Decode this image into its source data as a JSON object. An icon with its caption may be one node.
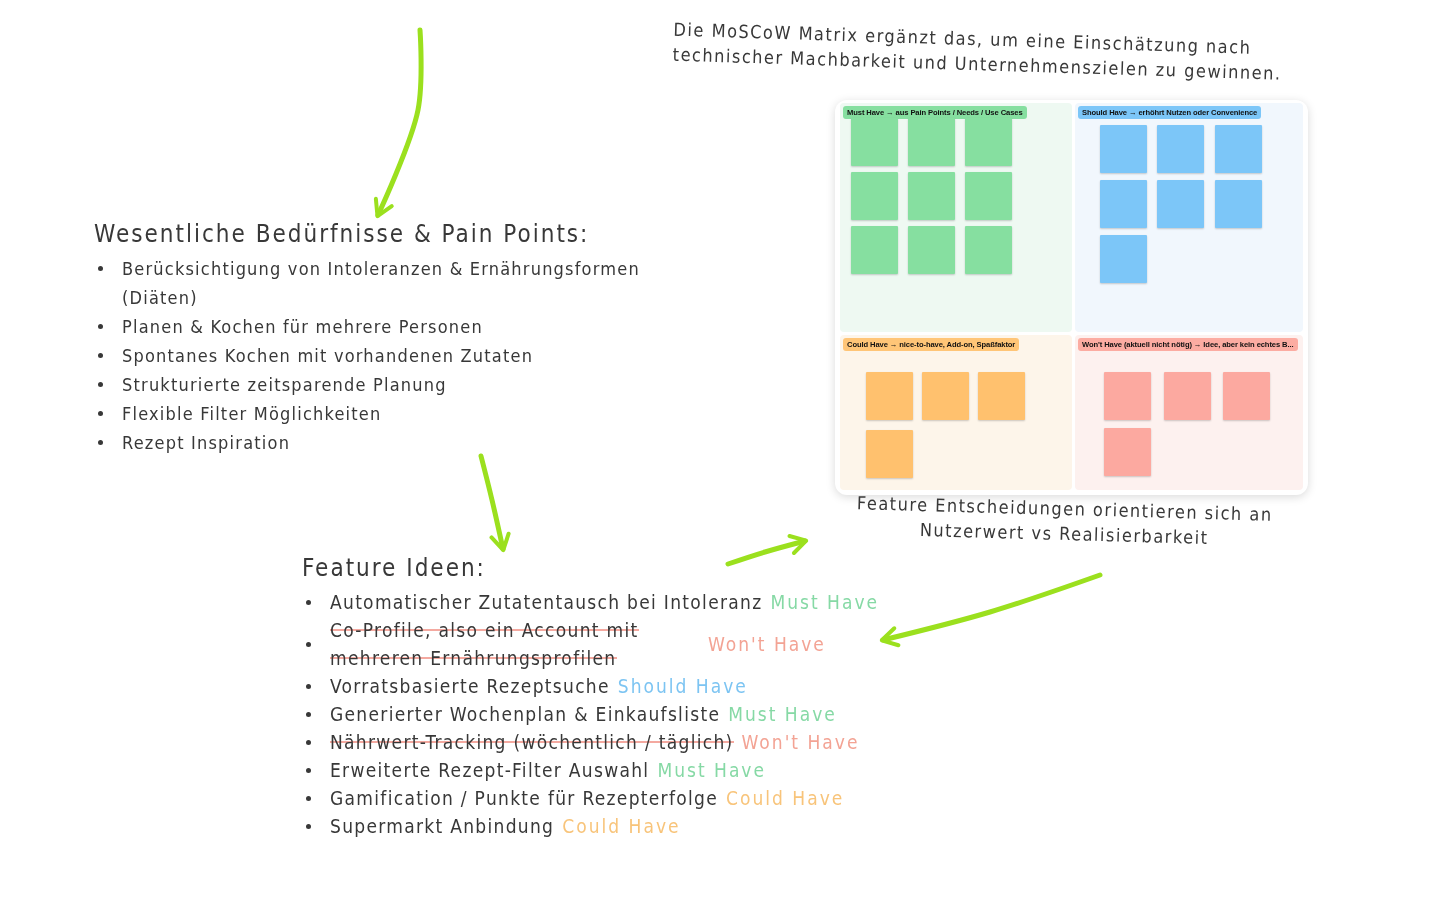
{
  "diagram": {
    "nodes": [
      {
        "text": [],
        "shape": "box",
        "beside": [
          "Die MoSCoW Matrix ergänzt das, um eine Einschätzung nach technischer Machbarkeit und Unternehmenszielen zu gewinnen.",
          "Feature Entscheidungen orientieren sich an Nutzerwert vs Realisierbarkeit"
        ]
      },
      {
        "text": [
          "Must Have → aus Pain Points / Needs / Use Cases"
        ],
        "in": 0
      },
      {
        "text": [
          "Should Have → erhöhrt Nutzen oder Convenience"
        ],
        "in": 0
      },
      {
        "text": [
          "Could Have → nice-to-have, Add-on, Spaßfaktor"
        ],
        "in": 0
      },
      {
        "text": [
          "Won't Have (aktuell nicht nötig) → Idee, aber kein echtes B..."
        ],
        "in": 0
      },
      {
        "text": [],
        "shape": "box",
        "in": 1
      },
      {
        "text": [],
        "shape": "box",
        "in": 1
      },
      {
        "text": [],
        "shape": "box",
        "in": 1
      },
      {
        "text": [],
        "shape": "box",
        "in": 1
      },
      {
        "text": [],
        "shape": "box",
        "in": 1
      },
      {
        "text": [],
        "shape": "box",
        "in": 1
      },
      {
        "text": [],
        "shape": "box",
        "in": 1
      },
      {
        "text": [],
        "shape": "box",
        "in": 1
      },
      {
        "text": [],
        "shape": "box",
        "in": 1
      },
      {
        "text": [],
        "shape": "box",
        "in": 2
      },
      {
        "text": [],
        "shape": "box",
        "in": 2
      },
      {
        "text": [],
        "shape": "box",
        "in": 2
      },
      {
        "text": [],
        "shape": "box",
        "in": 2
      },
      {
        "text": [],
        "shape": "box",
        "in": 2
      },
      {
        "text": [],
        "shape": "box",
        "in": 2
      },
      {
        "text": [],
        "shape": "box",
        "in": 2
      },
      {
        "text": [],
        "shape": "box",
        "in": 3
      },
      {
        "text": [],
        "shape": "box",
        "in": 3
      },
      {
        "text": [],
        "shape": "box",
        "in": 3
      },
      {
        "text": [],
        "shape": "box",
        "in": 3
      },
      {
        "text": [],
        "shape": "box",
        "in": 4
      },
      {
        "text": [],
        "shape": "box",
        "in": 4
      },
      {
        "text": [],
        "shape": "box",
        "in": 4
      },
      {
        "text": [],
        "shape": "box",
        "in": 4
      },
      {
        "text": [
          "Wesentliche Bedürfnisse & Pain Points:",
          "Berücksichtigung von Intoleranzen & Ernährungsformen (Diäten)",
          "Planen & Kochen für mehrere Personen",
          "Spontanes Kochen mit vorhandenen Zutaten",
          "Strukturierte zeitsparende Planung",
          "Flexible Filter Möglichkeiten",
          "Rezept Inspiration"
        ]
      },
      {
        "text": [
          "Feature Ideen:"
        ]
      },
      {
        "text": [
          "Automatischer Zutatentausch bei Intoleranz",
          "Must Have"
        ],
        "in": 30
      },
      {
        "text": [
          "Co-Profile, also ein Account mit mehreren Ernährungsprofilen",
          "Won't Have"
        ],
        "in": 30
      },
      {
        "text": [
          "Vorratsbasierte Rezeptsuche",
          "Should Have"
        ],
        "in": 30
      },
      {
        "text": [
          "Generierter Wochenplan & Einkaufsliste",
          "Must Have"
        ],
        "in": 30
      },
      {
        "text": [
          "Nährwert-Tracking (wöchentlich / täglich)",
          "Won't Have"
        ],
        "in": 30
      },
      {
        "text": [
          "Erweiterte Rezept-Filter Auswahl",
          "Must Have"
        ],
        "in": 30
      },
      {
        "text": [
          "Gamification / Punkte für Rezepterfolge",
          "Could Have"
        ],
        "in": 30
      },
      {
        "text": [
          "Supermarkt Anbindung",
          "Could Have"
        ],
        "in": 30
      }
    ],
    "edges": [
      {
        "from": null,
        "to": 29,
        "arrow": "to"
      },
      {
        "from": 29,
        "to": 30,
        "arrow": "to"
      },
      {
        "from": 30,
        "to": 0,
        "arrow": "to"
      },
      {
        "from": 0,
        "to": 30,
        "arrow": "to"
      }
    ]
  }
}
